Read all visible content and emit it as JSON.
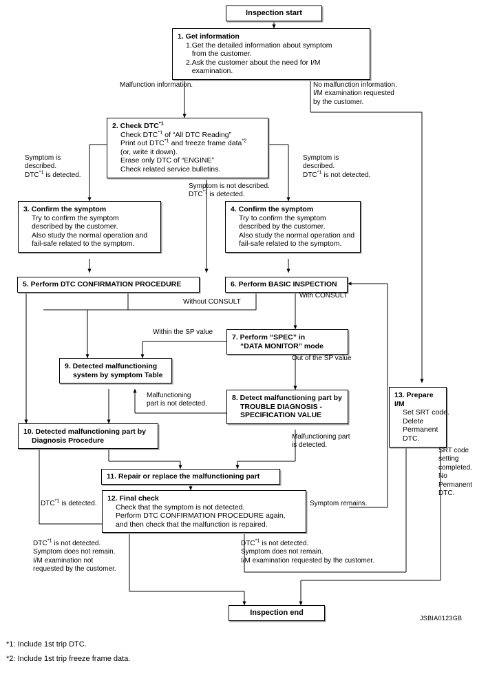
{
  "diagram": {
    "image_code": "JSBIA0123GB",
    "line_color": "#000000",
    "box_border_color": "#000000",
    "box_shadow_color": "#9a9a9a",
    "background": "#ffffff"
  },
  "nodes": {
    "start": {
      "label": "Inspection start"
    },
    "end": {
      "label": "Inspection end"
    },
    "n1": {
      "title": "1. Get information",
      "lines": [
        "1.Get the detailed information about symptom",
        "   from the customer.",
        "2.Ask the customer about the need for I/M",
        "   examination."
      ]
    },
    "n2": {
      "title_pre": "2. Check DTC",
      "title_sup": "*1",
      "lines": [
        "Check DTC*1 of “All DTC Reading”",
        "Print out DTC*1 and freeze frame data*2",
        "(or, write it down).",
        "Erase only DTC of “ENGINE”",
        "Check related service bulletins."
      ]
    },
    "n3": {
      "title": "3. Confirm the symptom",
      "lines": [
        "Try to confirm the symptom",
        "described by the customer.",
        "Also study the normal operation and",
        "fail-safe related to the symptom."
      ]
    },
    "n4": {
      "title": "4. Confirm the symptom",
      "lines": [
        "Try to confirm the symptom",
        "described by the customer.",
        "Also study the normal operation and",
        "fail-safe related to the symptom."
      ]
    },
    "n5": {
      "title": "5. Perform DTC CONFIRMATION PROCEDURE"
    },
    "n6": {
      "title": "6. Perform BASIC INSPECTION"
    },
    "n7": {
      "title": "7. Perform “SPEC” in",
      "lines": [
        "“DATA MONITOR” mode"
      ]
    },
    "n8": {
      "title": "8. Detect malfunctioning part by",
      "lines": [
        "TROUBLE DIAGNOSIS -",
        "SPECIFICATION VALUE"
      ]
    },
    "n9": {
      "title": "9. Detected malfunctioning",
      "lines": [
        "system by symptom Table"
      ]
    },
    "n10": {
      "title": "10. Detected malfunctioning part by",
      "lines": [
        "Diagnosis Procedure"
      ]
    },
    "n11": {
      "title": "11. Repair or replace the malfunctioning part"
    },
    "n12": {
      "title": "12. Final check",
      "lines": [
        "Check that the symptom is not detected.",
        "Perform DTC CONFIRMATION PROCEDURE again,",
        "and then check that the malfunction is repaired."
      ]
    },
    "n13": {
      "title": "13. Prepare I/M",
      "lines": [
        "Set SRT code.",
        "Delete",
        "Permanent",
        "DTC."
      ]
    }
  },
  "edge_labels": {
    "malfunction_information": "Malfunction information.",
    "no_malfunction_information": "No malfunction information.\nI/M examination requested\nby the customer.",
    "symptom_described_dtc_detected": "Symptom is\ndescribed.\nDTC*1 is detected.",
    "symptom_described_dtc_not_detected": "Symptom is\ndescribed.\nDTC*1 is not detected.",
    "symptom_not_described_dtc_detected": "Symptom is not described.\nDTC*1 is detected.",
    "without_consult": "Without CONSULT",
    "with_consult": "With CONSULT",
    "within_sp_value": "Within the SP value",
    "out_of_sp_value": "Out of the SP value",
    "malfunctioning_part_not_detected": "Malfunctioning\npart is not detected.",
    "malfunctioning_part_detected": "Malfunctioning part\nis detected.",
    "dtc_is_detected": "DTC*1 is detected.",
    "symptom_remains": "Symptom remains.",
    "srt_code_setting_completed": "SRT code\nsetting\ncompleted.\nNo\nPermanent\nDTC.",
    "dtc_not_detected_no_im": "DTC*1 is not detected.\nSymptom does not remain.\nI/M examination not\nrequested by the customer.",
    "dtc_not_detected_im_requested": "DTC*1 is not detected.\nSymptom does not remain.\nI/M examination requested by the customer."
  },
  "footnotes": [
    "*1: Include 1st trip DTC.",
    "*2: Include 1st trip freeze frame data."
  ]
}
